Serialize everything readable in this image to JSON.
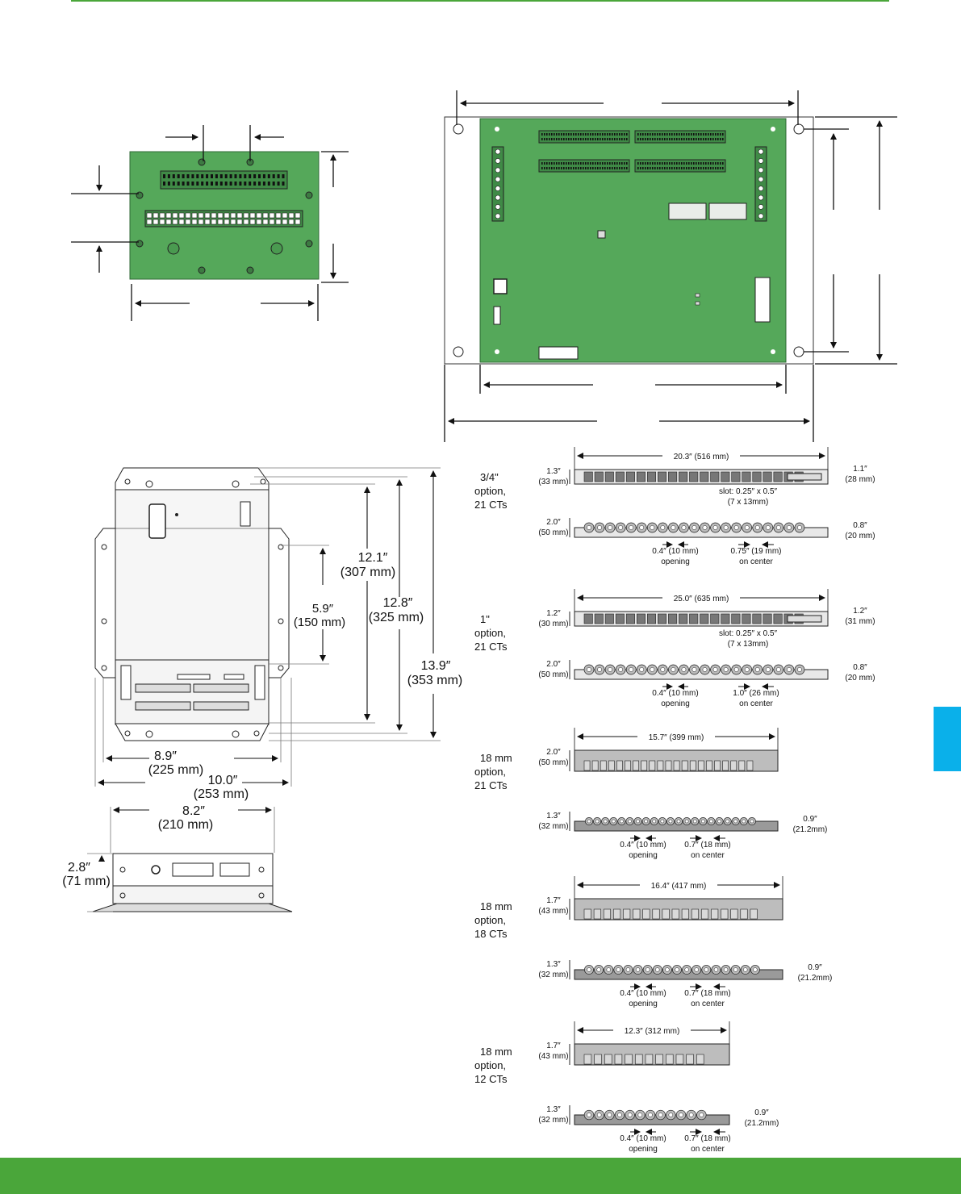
{
  "colors": {
    "brand_green": "#4aa63a",
    "tab_blue": "#0ab0ea",
    "board_green": "#55a85a",
    "board_dark": "#3f8a46"
  },
  "enclosure": {
    "dims": [
      {
        "in": "12.1″",
        "mm": "(307 mm)"
      },
      {
        "in": "12.8″",
        "mm": "(325 mm)"
      },
      {
        "in": "5.9″",
        "mm": "(150 mm)"
      },
      {
        "in": "13.9″",
        "mm": "(353 mm)"
      },
      {
        "in": "8.9″",
        "mm": "(225 mm)"
      },
      {
        "in": "10.0″",
        "mm": "(253 mm)"
      },
      {
        "in": "8.2″",
        "mm": "(210 mm)"
      },
      {
        "in": "2.8″",
        "mm": "(71 mm)"
      }
    ]
  },
  "strips": [
    {
      "option": [
        "3/4\"",
        "option,",
        "21 CTs"
      ],
      "length": "20.3″ (516 mm)",
      "height_a": [
        "1.3″",
        "(33 mm)"
      ],
      "height_b": [
        "2.0″",
        "(50 mm)"
      ],
      "right_a": [
        "1.1″",
        "(28 mm)"
      ],
      "right_b": [
        "0.8″",
        "(20 mm)"
      ],
      "slot": [
        "slot: 0.25″ x 0.5″",
        "(7 x 13mm)"
      ],
      "opening": [
        "0.4″ (10 mm)",
        "opening"
      ],
      "center": [
        "0.75″ (19 mm)",
        "on center"
      ]
    },
    {
      "option": [
        "1\"",
        "option,",
        "21 CTs"
      ],
      "length": "25.0″ (635 mm)",
      "height_a": [
        "1.2″",
        "(30 mm)"
      ],
      "height_b": [
        "2.0″",
        "(50 mm)"
      ],
      "right_a": [
        "1.2″",
        "(31 mm)"
      ],
      "right_b": [
        "0.8″",
        "(20 mm)"
      ],
      "slot": [
        "slot: 0.25″ x 0.5″",
        "(7 x 13mm)"
      ],
      "opening": [
        "0.4″ (10 mm)",
        "opening"
      ],
      "center": [
        "1.0″ (26 mm)",
        "on center"
      ]
    },
    {
      "option": [
        "18 mm",
        "option,",
        "21 CTs"
      ],
      "length": "15.7″ (399 mm)",
      "height_a": [
        "2.0″",
        "(50 mm)"
      ],
      "height_b": [
        "1.3″",
        "(32 mm)"
      ],
      "right_b": [
        "0.9″",
        "(21.2mm)"
      ],
      "opening": [
        "0.4″ (10 mm)",
        "opening"
      ],
      "center": [
        "0.7″ (18 mm)",
        "on center"
      ]
    },
    {
      "option": [
        "18 mm",
        "option,",
        "18 CTs"
      ],
      "length": "16.4″ (417 mm)",
      "height_a": [
        "1.7″",
        "(43 mm)"
      ],
      "height_b": [
        "1.3″",
        "(32 mm)"
      ],
      "right_b": [
        "0.9″",
        "(21.2mm)"
      ],
      "opening": [
        "0.4″ (10 mm)",
        "opening"
      ],
      "center": [
        "0.7″ (18 mm)",
        "on center"
      ]
    },
    {
      "option": [
        "18 mm",
        "option,",
        "12 CTs"
      ],
      "length": "12.3″ (312 mm)",
      "height_a": [
        "1.7″",
        "(43 mm)"
      ],
      "height_b": [
        "1.3″",
        "(32 mm)"
      ],
      "right_b": [
        "0.9″",
        "(21.2mm)"
      ],
      "opening": [
        "0.4″ (10 mm)",
        "opening"
      ],
      "center": [
        "0.7″ (18 mm)",
        "on center"
      ]
    }
  ]
}
